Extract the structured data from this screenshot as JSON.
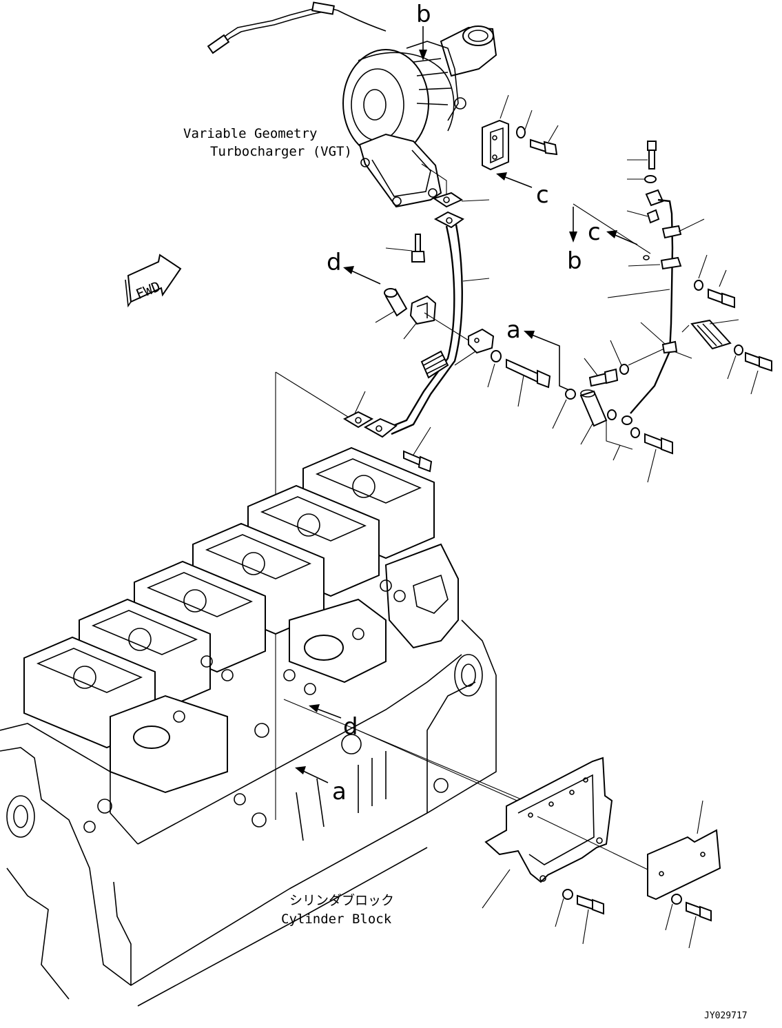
{
  "labels": {
    "vgt_line1": "Variable Geometry",
    "vgt_line2": "Turbocharger (VGT)",
    "cyl_jp": "シリンダブロック",
    "cyl_en": "Cylinder Block",
    "fwd": "FWD",
    "drawing_id": "JY029717"
  },
  "refs": {
    "a": "a",
    "b": "b",
    "c": "c",
    "d": "d"
  }
}
